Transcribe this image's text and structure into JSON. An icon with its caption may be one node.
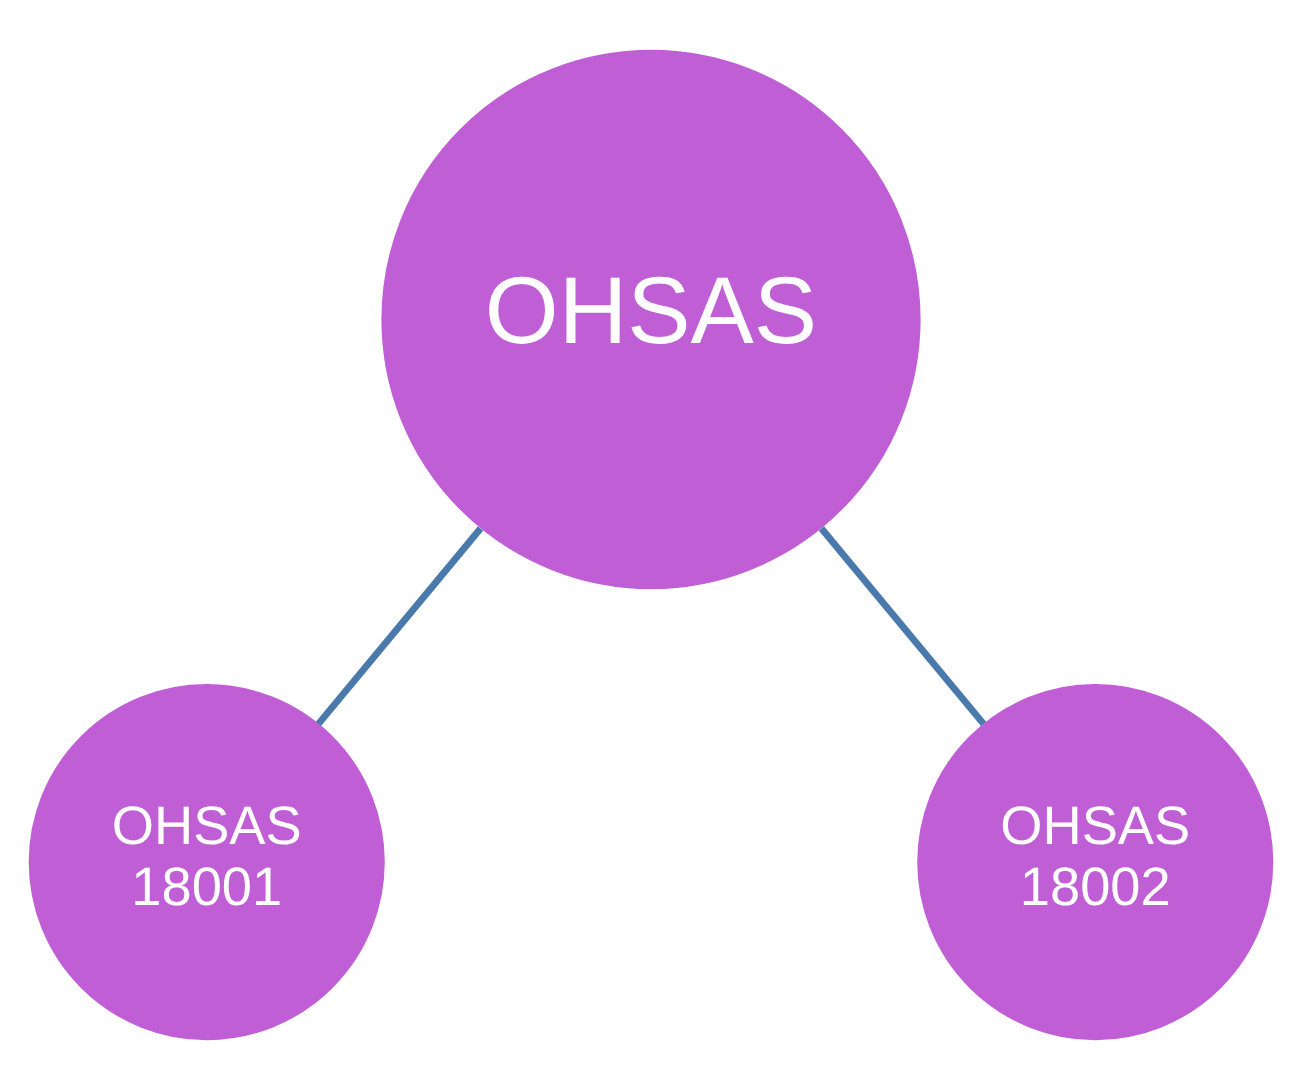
{
  "diagram": {
    "nodes": [
      {
        "text": [
          "OHSAS"
        ]
      },
      {
        "text": [
          "OHSAS 18001"
        ]
      },
      {
        "text": [
          "OHSAS 18002"
        ]
      }
    ],
    "edges": [
      {
        "from": 0,
        "to": 1,
        "arrow": "none"
      },
      {
        "from": 0,
        "to": 2,
        "arrow": "none"
      }
    ]
  }
}
